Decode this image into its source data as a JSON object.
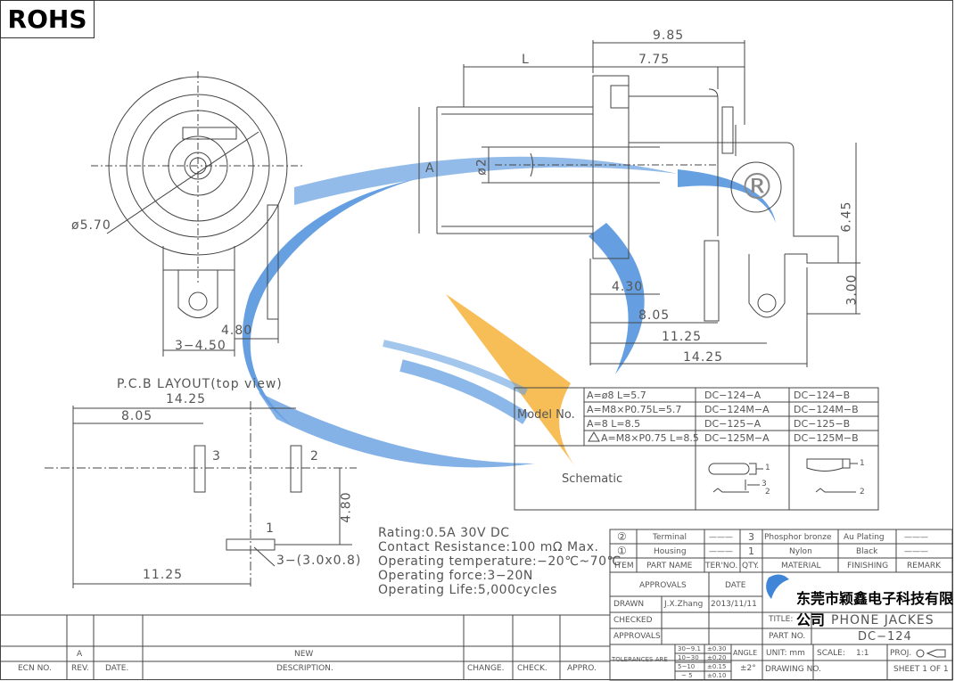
{
  "badge": {
    "rohs": "ROHS"
  },
  "front_view": {
    "diameter": "ø5.70",
    "dim_480": "4.80",
    "dim_3_450": "3−4.50"
  },
  "side_view": {
    "dim_985": "9.85",
    "dim_L": "L",
    "dim_775": "7.75",
    "dim_A": "A",
    "dim_phi2": "ø2",
    "dim_645": "6.45",
    "dim_300": "3.00",
    "dim_430": "4.30",
    "dim_805": "8.05",
    "dim_1125": "11.25",
    "dim_1425": "14.25",
    "registered": "®"
  },
  "pcb": {
    "title": "P.C.B LAYOUT(top view)",
    "dim_1425": "14.25",
    "dim_805": "8.05",
    "pin3": "3",
    "pin2": "2",
    "pin1": "1",
    "dim_480": "4.80",
    "slot": "3−(3.0x0.8)",
    "dim_1125": "11.25"
  },
  "model_table": {
    "label_model": "Model No.",
    "label_schematic": "Schematic",
    "rows": [
      {
        "spec": "A=ø8 L=5.7",
        "a": "DC−124−A",
        "b": "DC−124−B"
      },
      {
        "spec": "A=M8×P0.75L=5.7",
        "a": "DC−124M−A",
        "b": "DC−124M−B"
      },
      {
        "spec": "A=8 L=8.5",
        "a": "DC−125−A",
        "b": "DC−125−B"
      },
      {
        "spec": "A=M8×P0.75 L=8.5",
        "a": "DC−125M−A",
        "b": "DC−125M−B"
      }
    ],
    "schem_a": [
      "1",
      "3",
      "2"
    ],
    "schem_b": [
      "1",
      "2"
    ]
  },
  "specs": [
    "Rating:0.5A 30V DC",
    "Contact Resistance:100 mΩ Max.",
    "Operating temperature:−20℃~70℃",
    "Operating force:3−20N",
    "Operating Life:5,000cycles"
  ],
  "bom": {
    "rows": [
      {
        "item": "②",
        "part": "Terminal",
        "ter": "———",
        "qty": "3",
        "material": "Phosphor bronze",
        "finish": "Au Plating",
        "remark": "———"
      },
      {
        "item": "①",
        "part": "Housing",
        "ter": "———",
        "qty": "1",
        "material": "Nylon",
        "finish": "Black",
        "remark": "———"
      }
    ],
    "headers": {
      "item": "ITEM",
      "part": "PART NAME",
      "ter": "TER'NO.",
      "qty": "QTY.",
      "material": "MATERIAL",
      "finish": "FINISHING",
      "remark": "REMARK"
    }
  },
  "title_block": {
    "approvals_head": "APPROVALS",
    "date_head": "DATE",
    "drawn_label": "DRAWN",
    "drawn_by": "J.X.Zhang",
    "drawn_date": "2013/11/11",
    "checked": "CHECKED",
    "approvals": "APPROVALS",
    "tolerances": "TOLERANCES ARE",
    "tol_ranges": [
      "30~9.1",
      "10~30",
      "5~10",
      "~ 5"
    ],
    "tol_values": [
      "±0.30",
      "±0.20",
      "±0.15",
      "±0.10"
    ],
    "angle_label": "ANGLE",
    "angle_value": "±2°",
    "company": "东莞市颖鑫电子科技有限公司",
    "title_label": "TITLE:",
    "title_value": "PHONE JACKES",
    "partno_label": "PART NO.",
    "partno_value": "DC−124",
    "unit": "UNIT: mm",
    "scale_label": "SCALE:",
    "scale_value": "1:1",
    "proj": "PROJ.",
    "drawing_no": "DRAWING NO.",
    "sheet": "SHEET 1 OF 1"
  },
  "revision": {
    "ecn": "ECN NO.",
    "rev": "REV.",
    "date": "DATE.",
    "desc": "DESCRIPTION.",
    "change": "CHANGE.",
    "check": "CHECK.",
    "appro": "APPRO.",
    "rev_value": "A",
    "desc_value": "NEW"
  },
  "colors": {
    "line": "#444",
    "watermark_blue": "#3f86d8",
    "watermark_orange": "#f6b33a"
  }
}
